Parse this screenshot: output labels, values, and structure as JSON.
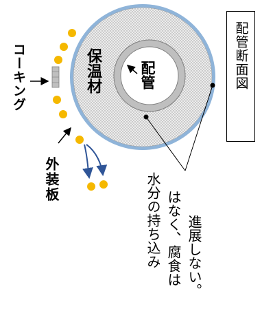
{
  "title": "配管断面図",
  "labels": {
    "insulation": "保温材",
    "pipe": "配管",
    "caulking": "コーキング",
    "jacket": "外装板"
  },
  "caption": [
    "水分の持ち込み",
    "はなく、腐食は",
    "進展しない。"
  ],
  "colors": {
    "insulation_fill": "#d9d9d9",
    "jacket_ring": "#8fb4d9",
    "pipe_wall": "#bfbfbf",
    "droplet": "#f5b800",
    "flow_arrow": "#2f5597",
    "line": "#000000"
  }
}
